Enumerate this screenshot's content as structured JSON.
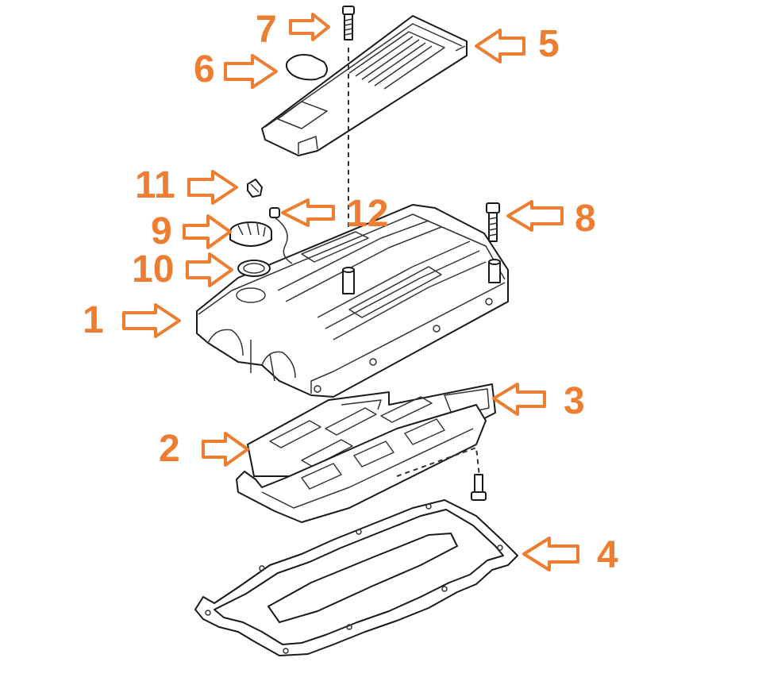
{
  "diagram": {
    "accent_color": "#ED7D31",
    "callouts": [
      {
        "id": "1",
        "label": "1"
      },
      {
        "id": "2",
        "label": "2"
      },
      {
        "id": "3",
        "label": "3"
      },
      {
        "id": "4",
        "label": "4"
      },
      {
        "id": "5",
        "label": "5"
      },
      {
        "id": "6",
        "label": "6"
      },
      {
        "id": "7",
        "label": "7"
      },
      {
        "id": "8",
        "label": "8"
      },
      {
        "id": "9",
        "label": "9"
      },
      {
        "id": "10",
        "label": "10"
      },
      {
        "id": "11",
        "label": "11"
      },
      {
        "id": "12",
        "label": "12"
      }
    ]
  }
}
